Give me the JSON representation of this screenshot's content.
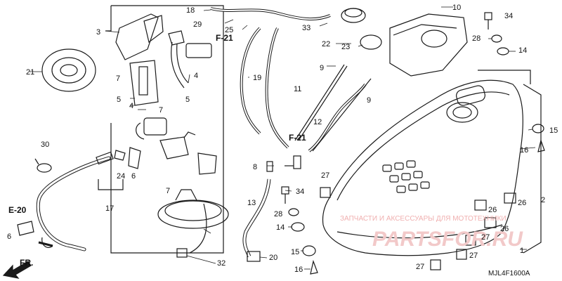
{
  "callouts": [
    {
      "id": "c1",
      "text": "1"
    },
    {
      "id": "c2",
      "text": "2"
    },
    {
      "id": "c3",
      "text": "3"
    },
    {
      "id": "c4a",
      "text": "4"
    },
    {
      "id": "c4b",
      "text": "4"
    },
    {
      "id": "c5a",
      "text": "5"
    },
    {
      "id": "c5b",
      "text": "5"
    },
    {
      "id": "c6a",
      "text": "6"
    },
    {
      "id": "c6b",
      "text": "6"
    },
    {
      "id": "c7a",
      "text": "7"
    },
    {
      "id": "c7b",
      "text": "7"
    },
    {
      "id": "c7c",
      "text": "7"
    },
    {
      "id": "c8",
      "text": "8"
    },
    {
      "id": "c9a",
      "text": "9"
    },
    {
      "id": "c9b",
      "text": "9"
    },
    {
      "id": "c10",
      "text": "10"
    },
    {
      "id": "c11",
      "text": "11"
    },
    {
      "id": "c12",
      "text": "12"
    },
    {
      "id": "c13",
      "text": "13"
    },
    {
      "id": "c14a",
      "text": "14"
    },
    {
      "id": "c14b",
      "text": "14"
    },
    {
      "id": "c15a",
      "text": "15"
    },
    {
      "id": "c15b",
      "text": "15"
    },
    {
      "id": "c16a",
      "text": "16"
    },
    {
      "id": "c16b",
      "text": "16"
    },
    {
      "id": "c17",
      "text": "17"
    },
    {
      "id": "c18",
      "text": "18"
    },
    {
      "id": "c19",
      "text": "19"
    },
    {
      "id": "c20",
      "text": "20"
    },
    {
      "id": "c21",
      "text": "21"
    },
    {
      "id": "c22",
      "text": "22"
    },
    {
      "id": "c23",
      "text": "23"
    },
    {
      "id": "c24",
      "text": "24"
    },
    {
      "id": "c25",
      "text": "25"
    },
    {
      "id": "c26a",
      "text": "26"
    },
    {
      "id": "c26b",
      "text": "26"
    },
    {
      "id": "c26c",
      "text": "26"
    },
    {
      "id": "c27a",
      "text": "27"
    },
    {
      "id": "c27b",
      "text": "27"
    },
    {
      "id": "c27c",
      "text": "27"
    },
    {
      "id": "c27d",
      "text": "27"
    },
    {
      "id": "c28a",
      "text": "28"
    },
    {
      "id": "c28b",
      "text": "28"
    },
    {
      "id": "c29",
      "text": "29"
    },
    {
      "id": "c30",
      "text": "30"
    },
    {
      "id": "c32",
      "text": "32"
    },
    {
      "id": "c33",
      "text": "33"
    },
    {
      "id": "c34a",
      "text": "34"
    },
    {
      "id": "c34b",
      "text": "34"
    }
  ],
  "refs": {
    "f21_top": "F-21",
    "f21_mid": "F-21",
    "e20": "E-20",
    "fr": "FR."
  },
  "diagram_code": "MJL4F1600A",
  "watermark": {
    "line1": "ЗАПЧАСТИ И АКСЕССУАРЫ ДЛЯ МОТОТЕХНИКИ",
    "line2": "PARTSFOR.RU"
  },
  "colors": {
    "line": "#1a1a1a",
    "watermark": "#e05050"
  }
}
